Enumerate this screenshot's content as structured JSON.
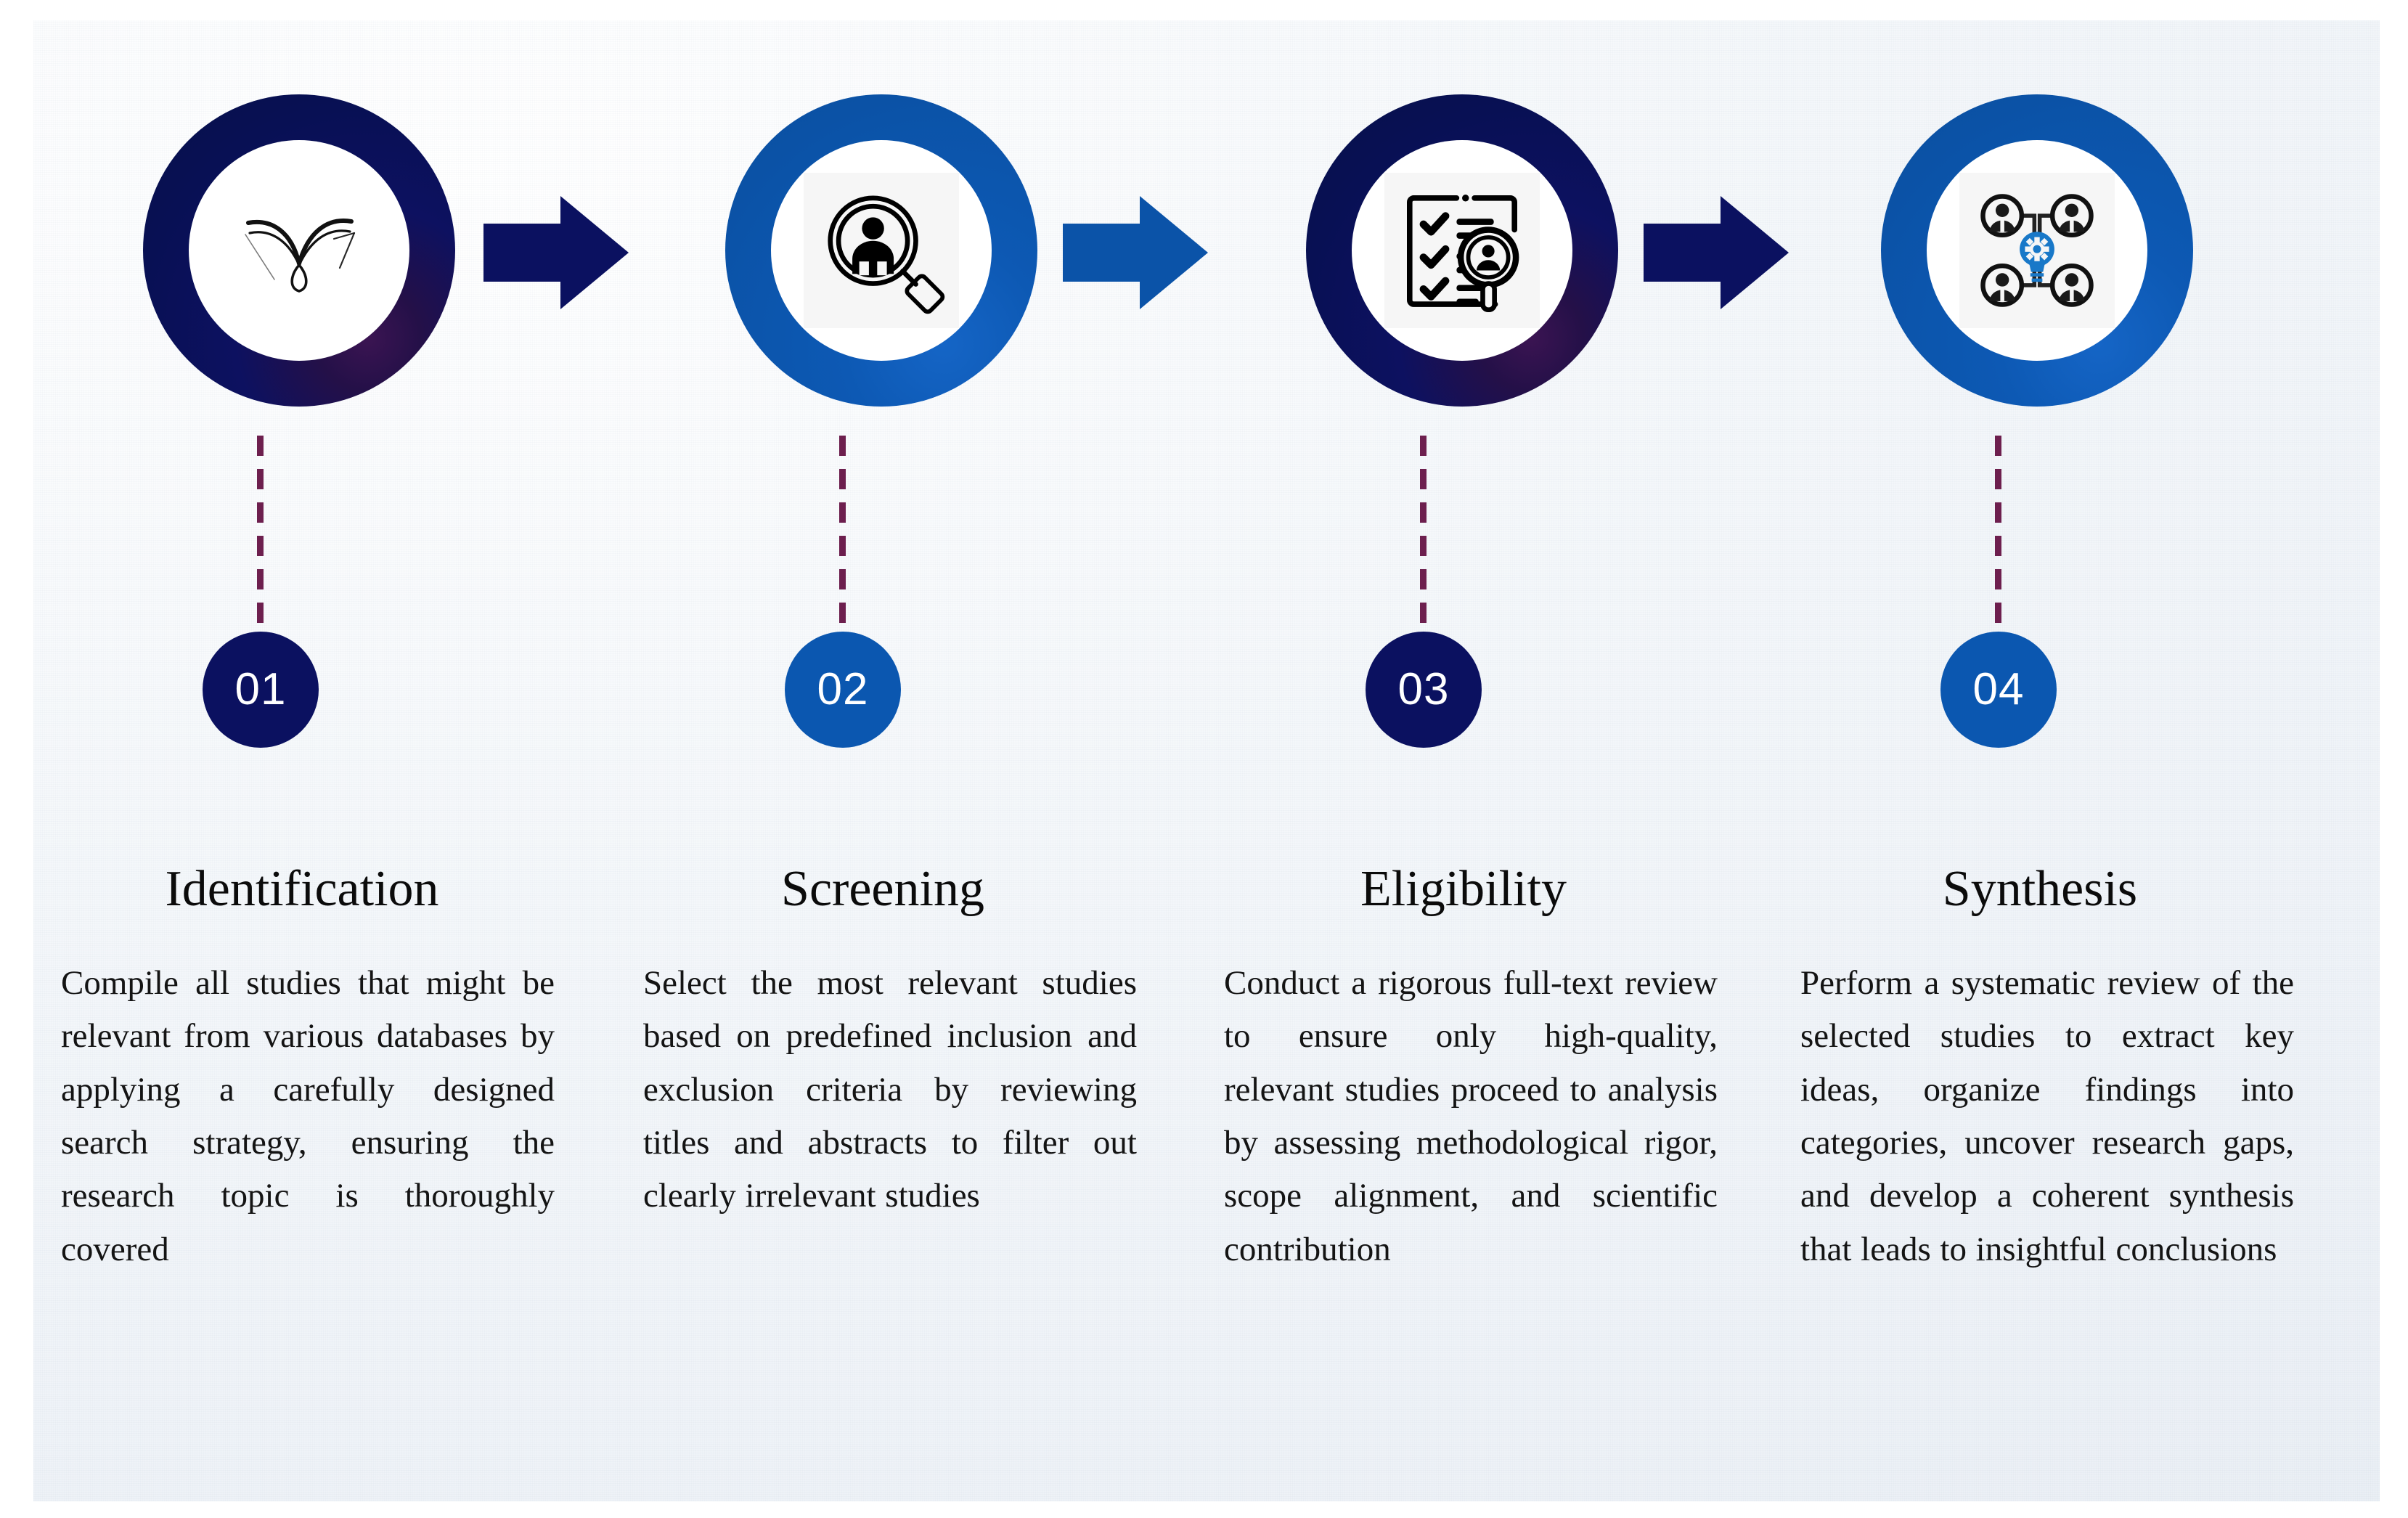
{
  "background": {
    "panel_color": "#eef2f7",
    "page_color": "#ffffff"
  },
  "palette": {
    "navy": "#0b1160",
    "blue": "#0b57b0",
    "dash": "#6d1f4e",
    "text": "#141414",
    "icon_tint": "#f6f6f6"
  },
  "steps": [
    {
      "number": "01",
      "title": "Identification",
      "body": "Compile all studies that might be relevant from various databases by applying a carefully designed search strategy, ensuring the research topic is thoroughly covered",
      "ring_color": "navy",
      "badge_color": "navy",
      "arrow_color": "navy",
      "icon_name": "flourish-loop-arrow-icon",
      "has_arrow": true
    },
    {
      "number": "02",
      "title": "Screening",
      "body": "Select the most relevant studies based on predefined inclusion and exclusion criteria by reviewing titles and abstracts to filter out clearly irrelevant studies",
      "ring_color": "blue",
      "badge_color": "blue",
      "arrow_color": "blue",
      "icon_name": "magnifier-person-icon",
      "has_arrow": true
    },
    {
      "number": "03",
      "title": "Eligibility",
      "body": "Conduct a rigorous full-text review to ensure only high-quality, relevant studies proceed to analysis by assessing methodological rigor, scope alignment, and scientific contribution",
      "ring_color": "navy",
      "badge_color": "navy",
      "arrow_color": "navy",
      "icon_name": "checklist-magnifier-person-icon",
      "has_arrow": true
    },
    {
      "number": "04",
      "title": "Synthesis",
      "body": "Perform a systematic review of the selected studies to extract key ideas, organize findings into categories, uncover research gaps, and develop a coherent synthesis that leads to insightful conclusions",
      "ring_color": "blue",
      "badge_color": "blue",
      "arrow_color": "",
      "icon_name": "team-lightbulb-gear-network-icon",
      "has_arrow": false
    }
  ]
}
